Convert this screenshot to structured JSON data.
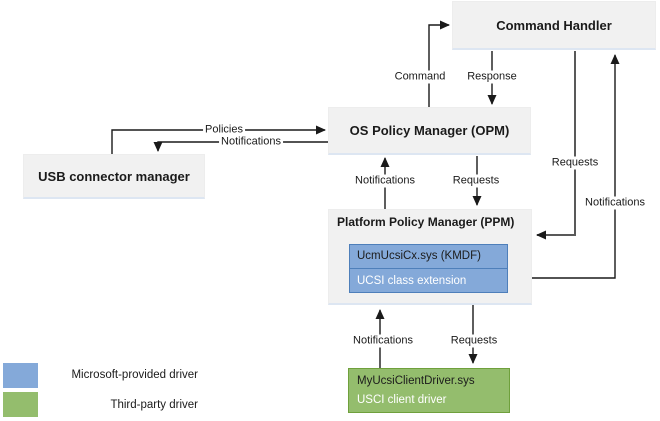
{
  "boxes": {
    "command_handler": {
      "title": "Command Handler"
    },
    "opm": {
      "title": "OS Policy Manager (OPM)"
    },
    "usb_connector_manager": {
      "title": "USB connector manager"
    },
    "ppm": {
      "title": "Platform Policy Manager (PPM)"
    },
    "ucsi_class_extension": {
      "line1": "UcmUcsiCx.sys (KMDF)",
      "line2": "UCSI class extension"
    },
    "ucsi_client_driver": {
      "line1": "MyUcsiClientDriver.sys",
      "line2": "USCI client driver"
    }
  },
  "connector_labels": {
    "command": "Command",
    "response": "Response",
    "policies": "Policies",
    "notifications_opm_to_usb": "Notifications",
    "notifications_ppm_to_opm": "Notifications",
    "requests_opm_to_ppm": "Requests",
    "requests_ch_to_ppm": "Requests",
    "notifications_ppm_to_ch": "Notifications",
    "notifications_client_to_ppm": "Notifications",
    "requests_ppm_to_client": "Requests"
  },
  "legend": {
    "items": [
      {
        "label": "Microsoft-provided driver",
        "color": "#84A9D9"
      },
      {
        "label": "Third-party driver",
        "color": "#94BD6D"
      }
    ]
  },
  "colors": {
    "microsoft_blue": "#84A9D9",
    "microsoft_blue_border": "#4E7FBA",
    "third_party_green": "#94BD6D",
    "third_party_green_border": "#6FA03C",
    "box_fill_gray": "#F1F1F1",
    "connector_black": "#1A1A1A",
    "connector_gray": "#595959"
  }
}
